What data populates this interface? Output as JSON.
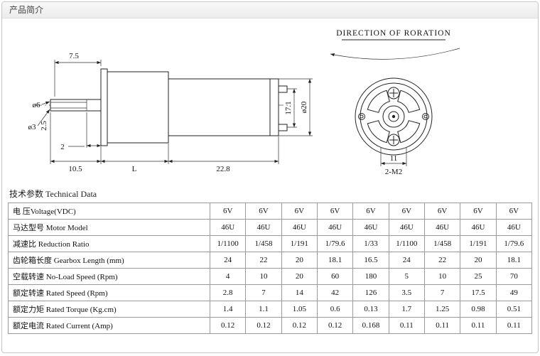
{
  "header": {
    "title": "产品简介"
  },
  "drawing": {
    "direction_label": "DIRECTION OF RORATION",
    "dims": {
      "shaft_protrusion": "7.5",
      "shaft_dia": "ø6",
      "output_dia": "ø3",
      "shaft_flat": "2.5",
      "step": "2",
      "shaft_length": "10.5",
      "gearbox_length": "L",
      "motor_length": "22.8",
      "terminal_span": "17.1",
      "motor_dia": "ø20",
      "hole_spacing": "11",
      "screw_spec": "2-M2"
    }
  },
  "table": {
    "title": "技术参数 Technical Data",
    "rows": [
      {
        "label": "电 压Voltage(VDC)",
        "values": [
          "6V",
          "6V",
          "6V",
          "6V",
          "6V",
          "6V",
          "6V",
          "6V",
          "6V"
        ]
      },
      {
        "label": "马达型号 Motor Model",
        "values": [
          "46U",
          "46U",
          "46U",
          "46U",
          "46U",
          "46U",
          "46U",
          "46U",
          "46U"
        ]
      },
      {
        "label": "减速比 Reduction Ratio",
        "values": [
          "1/1100",
          "1/458",
          "1/191",
          "1/79.6",
          "1/33",
          "1/1100",
          "1/458",
          "1/191",
          "1/79.6"
        ]
      },
      {
        "label": "齿轮箱长度 Gearbox Length (mm)",
        "values": [
          "24",
          "22",
          "20",
          "18.1",
          "16.5",
          "24",
          "22",
          "20",
          "18.1"
        ]
      },
      {
        "label": "空载转速 No-Load Speed (Rpm)",
        "values": [
          "4",
          "10",
          "20",
          "60",
          "180",
          "5",
          "10",
          "25",
          "70"
        ]
      },
      {
        "label": "额定转速 Rated Speed (Rpm)",
        "values": [
          "2.8",
          "7",
          "14",
          "42",
          "126",
          "3.5",
          "7",
          "17.5",
          "49"
        ]
      },
      {
        "label": "额定力矩 Rated Torque (Kg.cm)",
        "values": [
          "1.4",
          "1.1",
          "1.05",
          "0.6",
          "0.13",
          "1.7",
          "1.25",
          "0.98",
          "0.51"
        ]
      },
      {
        "label": "额定电流 Rated Current (Amp)",
        "values": [
          "0.12",
          "0.12",
          "0.12",
          "0.12",
          "0.168",
          "0.11",
          "0.11",
          "0.11",
          "0.11"
        ]
      }
    ]
  }
}
